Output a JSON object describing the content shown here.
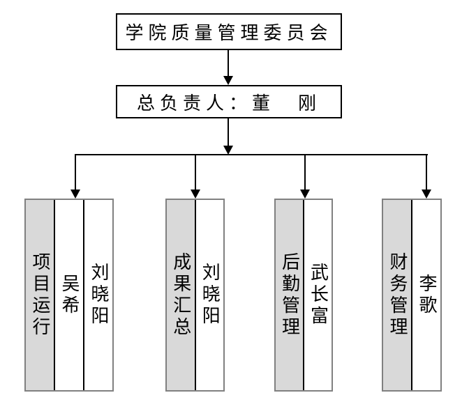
{
  "diagram": {
    "title": "学院质量管理委员会",
    "leader": "总负责人：董　刚",
    "groups": [
      {
        "role": "项目运行",
        "members": [
          "吴希",
          "刘晓阳"
        ]
      },
      {
        "role": "成果汇总",
        "members": [
          "刘晓阳"
        ]
      },
      {
        "role": "后勤管理",
        "members": [
          "武长富"
        ]
      },
      {
        "role": "财务管理",
        "members": [
          "李歌"
        ]
      }
    ],
    "colors": {
      "role_column_fill": "#d9d9d9",
      "group_outline": "#808080",
      "box_border": "#000000",
      "line": "#000000",
      "background": "#ffffff"
    }
  }
}
